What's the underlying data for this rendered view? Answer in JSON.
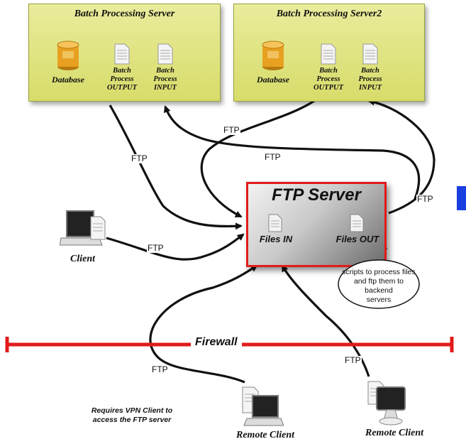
{
  "servers": [
    {
      "title": "Batch Processing Server",
      "db": "Database",
      "out": "Batch\nProcess\nOUTPUT",
      "in": "Batch\nProcess\nINPUT"
    },
    {
      "title": "Batch Processing Server2",
      "db": "Database",
      "out": "Batch\nProcess\nOUTPUT",
      "in": "Batch\nProcess\nINPUT"
    }
  ],
  "ftp_server": {
    "title": "FTP Server",
    "files_in": "Files IN",
    "files_out": "Files OUT"
  },
  "note": "scripts to process files\nand ftp them to backend\nservers",
  "ftp_label": "FTP",
  "firewall": "Firewall",
  "client": "Client",
  "remote_client": "Remote Client",
  "vpn_note": "Requires VPN Client to\naccess the FTP server",
  "colors": {
    "firewall": "#e11b1b",
    "server_box": "#dde07a",
    "accent": "#1a3fe0"
  }
}
